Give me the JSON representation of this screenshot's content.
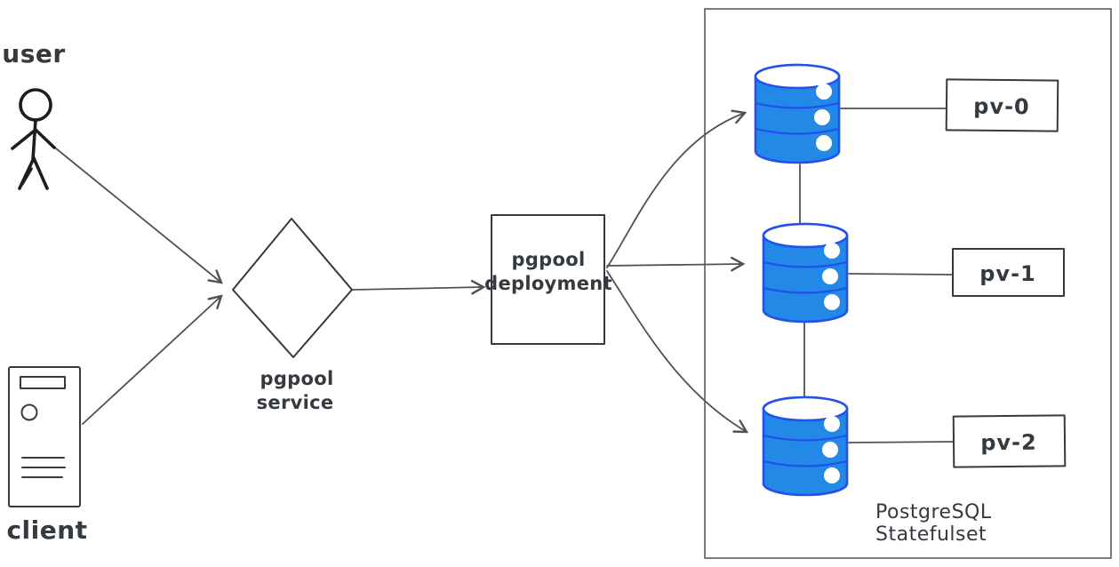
{
  "diagram": {
    "background": "#ffffff",
    "nodes": {
      "user": {
        "label": "user",
        "type": "actor"
      },
      "client": {
        "label": "client",
        "type": "server"
      },
      "pgpool_service": {
        "shape": "diamond",
        "label_line1": "pgpool",
        "label_line2": "service"
      },
      "pgpool_deployment": {
        "shape": "rectangle",
        "label_line1": "pgpool",
        "label_line2": "deployment"
      },
      "postgresql_statefulset": {
        "shape": "container",
        "label_line1": "PostgreSQL",
        "label_line2": "Statefulset",
        "database_count": 3
      },
      "persistent_volumes": [
        {
          "label": "pv-0"
        },
        {
          "label": "pv-1"
        },
        {
          "label": "pv-2"
        }
      ]
    },
    "edges": [
      {
        "from": "user",
        "to": "pgpool-service",
        "arrow": true
      },
      {
        "from": "client",
        "to": "pgpool-service",
        "arrow": true
      },
      {
        "from": "pgpool-service",
        "to": "pgpool-deployment",
        "arrow": true
      },
      {
        "from": "pgpool-deployment",
        "to": "database-0",
        "arrow": true
      },
      {
        "from": "pgpool-deployment",
        "to": "database-1",
        "arrow": true
      },
      {
        "from": "pgpool-deployment",
        "to": "database-2",
        "arrow": true
      },
      {
        "from": "database-0",
        "to": "database-1",
        "arrow": false
      },
      {
        "from": "database-1",
        "to": "database-2",
        "arrow": false
      },
      {
        "from": "database-0",
        "to": "pv-0",
        "arrow": false
      },
      {
        "from": "database-1",
        "to": "pv-1",
        "arrow": false
      },
      {
        "from": "database-2",
        "to": "pv-2",
        "arrow": false
      }
    ],
    "colors": {
      "ink": "#343a40",
      "line": "#4c5257",
      "service_fill": "#7adee9",
      "deployment_fill": "#9edd74",
      "client_fill": "#ffad61",
      "pv_fill": "#f58fab",
      "db_fill": "#2389e6",
      "db_stroke": "#2450ec"
    }
  }
}
